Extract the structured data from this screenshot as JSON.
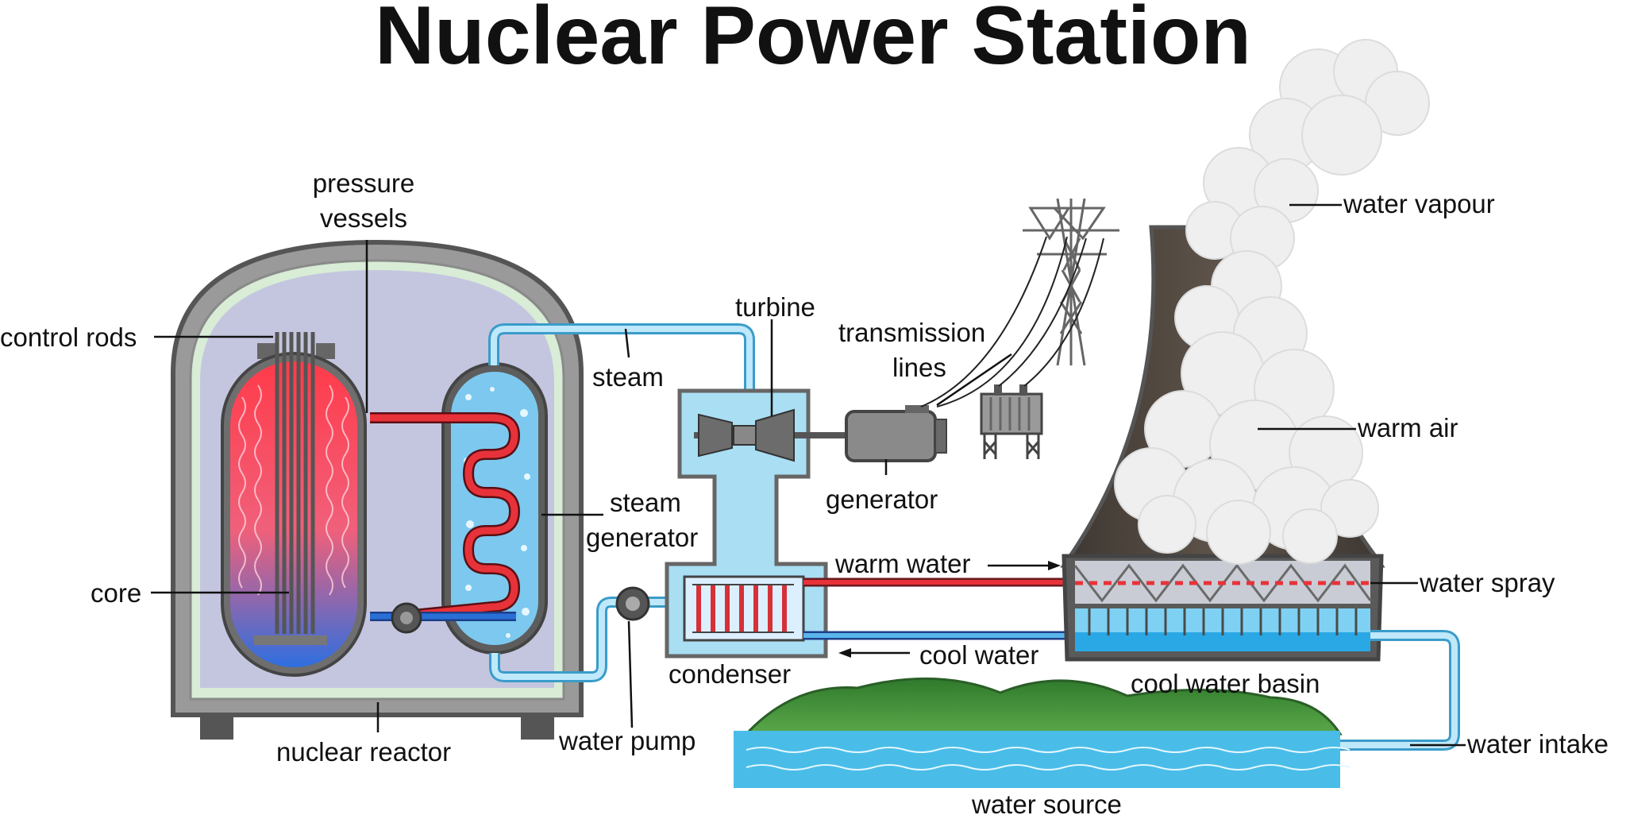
{
  "title": "Nuclear Power Station",
  "labels": {
    "pressure_vessels": [
      "pressure",
      "vessels"
    ],
    "control_rods": "control rods",
    "core": "core",
    "nuclear_reactor": "nuclear reactor",
    "steam": "steam",
    "steam_generator": [
      "steam",
      "generator"
    ],
    "turbine": "turbine",
    "transmission_lines": [
      "transmission",
      "lines"
    ],
    "generator": "generator",
    "condenser": "condenser",
    "water_pump": "water pump",
    "warm_water": "warm water",
    "cool_water": "cool water",
    "water_vapour": "water vapour",
    "warm_air": "warm air",
    "water_spray": "water spray",
    "cool_water_basin": "cool water basin",
    "water_intake": "water intake",
    "water_source": "water source"
  },
  "colors": {
    "hot": "#e8323a",
    "cold": "#2a6fd6",
    "pipe": "#8fd1ef",
    "water": "#49bde8",
    "hill": "#3f8f3a",
    "tower": "#5a5148",
    "metal": "#7a7a7a"
  }
}
